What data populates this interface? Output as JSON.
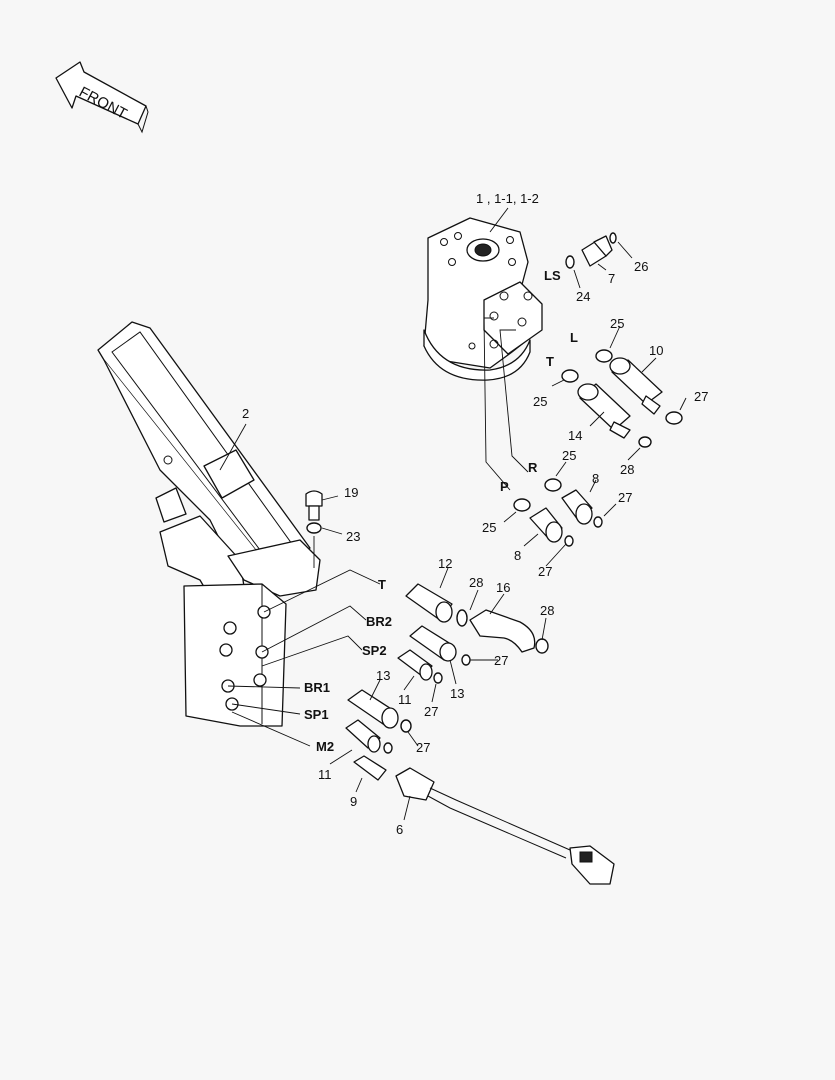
{
  "front_arrow": {
    "label": "FRONT"
  },
  "part_labels": {
    "p1": "1 , 1-1, 1-2",
    "p2": "2",
    "p6": "6",
    "p7": "7",
    "p8a": "8",
    "p8b": "8",
    "p9": "9",
    "p10": "10",
    "p11a": "11",
    "p11b": "11",
    "p12": "12",
    "p13a": "13",
    "p13b": "13",
    "p14": "14",
    "p16": "16",
    "p19": "19",
    "p23": "23",
    "p24": "24",
    "p25a": "25",
    "p25b": "25",
    "p25c": "25",
    "p25d": "25",
    "p26": "26",
    "p27a": "27",
    "p27b": "27",
    "p27c": "27",
    "p27d": "27",
    "p27e": "27",
    "p27f": "27",
    "p28a": "28",
    "p28b": "28",
    "p28c": "28"
  },
  "port_labels": {
    "ls": "LS",
    "l": "L",
    "t_top": "T",
    "r": "R",
    "p": "P",
    "t_valve": "T",
    "br2": "BR2",
    "sp2": "SP2",
    "br1": "BR1",
    "sp1": "SP1",
    "m2": "M2"
  }
}
